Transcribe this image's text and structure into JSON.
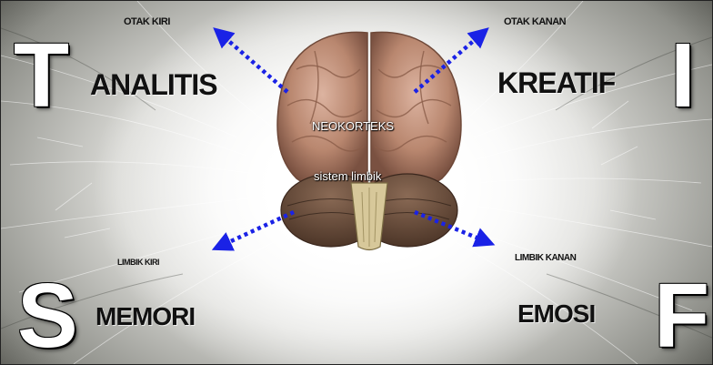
{
  "quadrants": {
    "top_left": {
      "letter": "T",
      "word": "ANALITIS",
      "area": "OTAK KIRI"
    },
    "top_right": {
      "letter": "I",
      "word": "KREATIF",
      "area": "OTAK KANAN"
    },
    "bottom_left": {
      "letter": "S",
      "word": "MEMORI",
      "area": "LIMBIK KIRI"
    },
    "bottom_right": {
      "letter": "F",
      "word": "EMOSI",
      "area": "LIMBIK KANAN"
    }
  },
  "brain": {
    "upper_label": "NEOKORTEKS",
    "lower_label": "sistem limbik"
  },
  "colors": {
    "arrow": "#1a22e6",
    "brain_flesh": "#c99a85",
    "text_dark": "#111111",
    "letter_fill": "#ffffff"
  }
}
